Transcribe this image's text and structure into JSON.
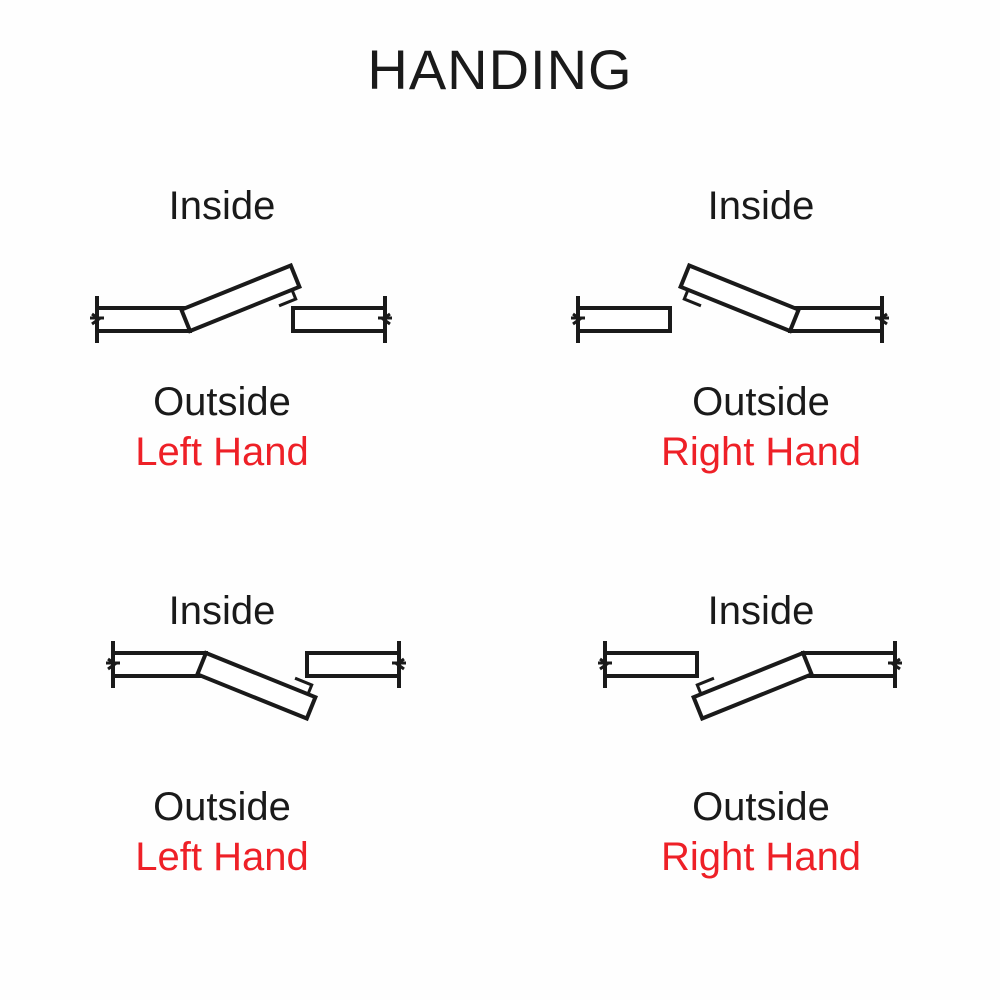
{
  "title": "HANDING",
  "colors": {
    "background": "#fefefe",
    "line": "#1a1a1a",
    "text": "#1a1a1a",
    "accent_red": "#ee2027"
  },
  "labels": {
    "inside": "Inside",
    "outside": "Outside",
    "left_hand": "Left Hand",
    "right_hand": "Right Hand"
  },
  "diagrams": [
    {
      "id": "top-left",
      "position": "top-left",
      "inside": "Inside",
      "outside": "Outside",
      "hand": "Left Hand",
      "hinge_side": "left",
      "swing_direction": "inside",
      "door_angle_deg": -22,
      "latch_end": "upper-right"
    },
    {
      "id": "top-right",
      "position": "top-right",
      "inside": "Inside",
      "outside": "Outside",
      "hand": "Right Hand",
      "hinge_side": "right",
      "swing_direction": "inside",
      "door_angle_deg": 22,
      "latch_end": "upper-left"
    },
    {
      "id": "bottom-left",
      "position": "bottom-left",
      "inside": "Inside",
      "outside": "Outside",
      "hand": "Left Hand",
      "hinge_side": "left",
      "swing_direction": "outside",
      "door_angle_deg": 22,
      "latch_end": "lower-right"
    },
    {
      "id": "bottom-right",
      "position": "bottom-right",
      "inside": "Inside",
      "outside": "Outside",
      "hand": "Right Hand",
      "hinge_side": "right",
      "swing_direction": "outside",
      "door_angle_deg": -22,
      "latch_end": "lower-left"
    }
  ]
}
